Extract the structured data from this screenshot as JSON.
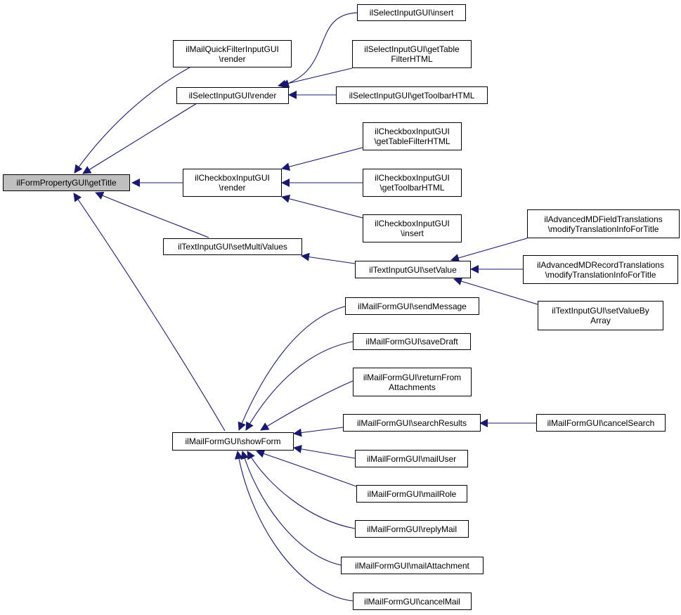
{
  "colors": {
    "edge": "#191970",
    "root_fill": "#bfbfbf",
    "node_fill": "#ffffff",
    "border": "#000000"
  },
  "nodes": {
    "root": {
      "lines": [
        "ilFormPropertyGUI\\getTitle"
      ]
    },
    "quickfilter": {
      "lines": [
        "ilMailQuickFilterInputGUI",
        "\\render"
      ]
    },
    "select_render": {
      "lines": [
        "ilSelectInputGUI\\render"
      ]
    },
    "checkbox_render": {
      "lines": [
        "ilCheckboxInputGUI",
        "\\render"
      ]
    },
    "text_setmulti": {
      "lines": [
        "ilTextInputGUI\\setMultiValues"
      ]
    },
    "mail_showform": {
      "lines": [
        "ilMailFormGUI\\showForm"
      ]
    },
    "select_insert": {
      "lines": [
        "ilSelectInputGUI\\insert"
      ]
    },
    "select_gettable": {
      "lines": [
        "ilSelectInputGUI\\getTable",
        "FilterHTML"
      ]
    },
    "select_toolbar": {
      "lines": [
        "ilSelectInputGUI\\getToolbarHTML"
      ]
    },
    "checkbox_gettable": {
      "lines": [
        "ilCheckboxInputGUI",
        "\\getTableFilterHTML"
      ]
    },
    "checkbox_toolbar": {
      "lines": [
        "ilCheckboxInputGUI",
        "\\getToolbarHTML"
      ]
    },
    "checkbox_insert": {
      "lines": [
        "ilCheckboxInputGUI",
        "\\insert"
      ]
    },
    "text_setvalue": {
      "lines": [
        "ilTextInputGUI\\setValue"
      ]
    },
    "adv_field": {
      "lines": [
        "ilAdvancedMDFieldTranslations",
        "\\modifyTranslationInfoForTitle"
      ]
    },
    "adv_record": {
      "lines": [
        "ilAdvancedMDRecordTranslations",
        "\\modifyTranslationInfoForTitle"
      ]
    },
    "text_setvaluebyarray": {
      "lines": [
        "ilTextInputGUI\\setValueBy",
        "Array"
      ]
    },
    "mail_send": {
      "lines": [
        "ilMailFormGUI\\sendMessage"
      ]
    },
    "mail_savedraft": {
      "lines": [
        "ilMailFormGUI\\saveDraft"
      ]
    },
    "mail_returnfrom": {
      "lines": [
        "ilMailFormGUI\\returnFrom",
        "Attachments"
      ]
    },
    "mail_searchresults": {
      "lines": [
        "ilMailFormGUI\\searchResults"
      ]
    },
    "mail_canceksearch": {
      "lines": [
        "ilMailFormGUI\\cancelSearch"
      ]
    },
    "mail_mailuser": {
      "lines": [
        "ilMailFormGUI\\mailUser"
      ]
    },
    "mail_mailrole": {
      "lines": [
        "ilMailFormGUI\\mailRole"
      ]
    },
    "mail_replymail": {
      "lines": [
        "ilMailFormGUI\\replyMail"
      ]
    },
    "mail_mailattachment": {
      "lines": [
        "ilMailFormGUI\\mailAttachment"
      ]
    },
    "mail_cancelmail": {
      "lines": [
        "ilMailFormGUI\\cancelMail"
      ]
    }
  }
}
